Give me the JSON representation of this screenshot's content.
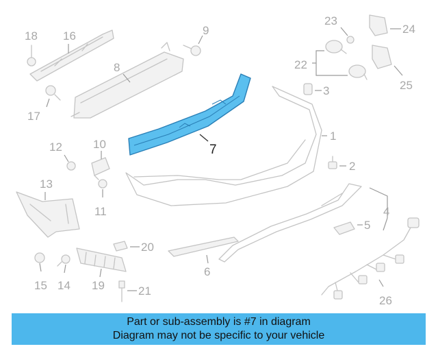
{
  "diagram": {
    "callouts": {
      "c1": "1",
      "c2": "2",
      "c3": "3",
      "c4": "4",
      "c5": "5",
      "c6": "6",
      "c7": "7",
      "c8": "8",
      "c9": "9",
      "c10": "10",
      "c11": "11",
      "c12": "12",
      "c13": "13",
      "c14": "14",
      "c15": "15",
      "c16": "16",
      "c17": "17",
      "c18": "18",
      "c19": "19",
      "c20": "20",
      "c21": "21",
      "c22": "22",
      "c23": "23",
      "c24": "24",
      "c25": "25",
      "c26": "26"
    },
    "highlighted_part": "7",
    "colors": {
      "highlight": "#5bbfef",
      "banner": "#4db7ec",
      "outline": "#c4c4c4"
    }
  },
  "banner": {
    "line1": "Part or sub-assembly is #7 in diagram",
    "line2": "Diagram may not be specific to your vehicle"
  }
}
